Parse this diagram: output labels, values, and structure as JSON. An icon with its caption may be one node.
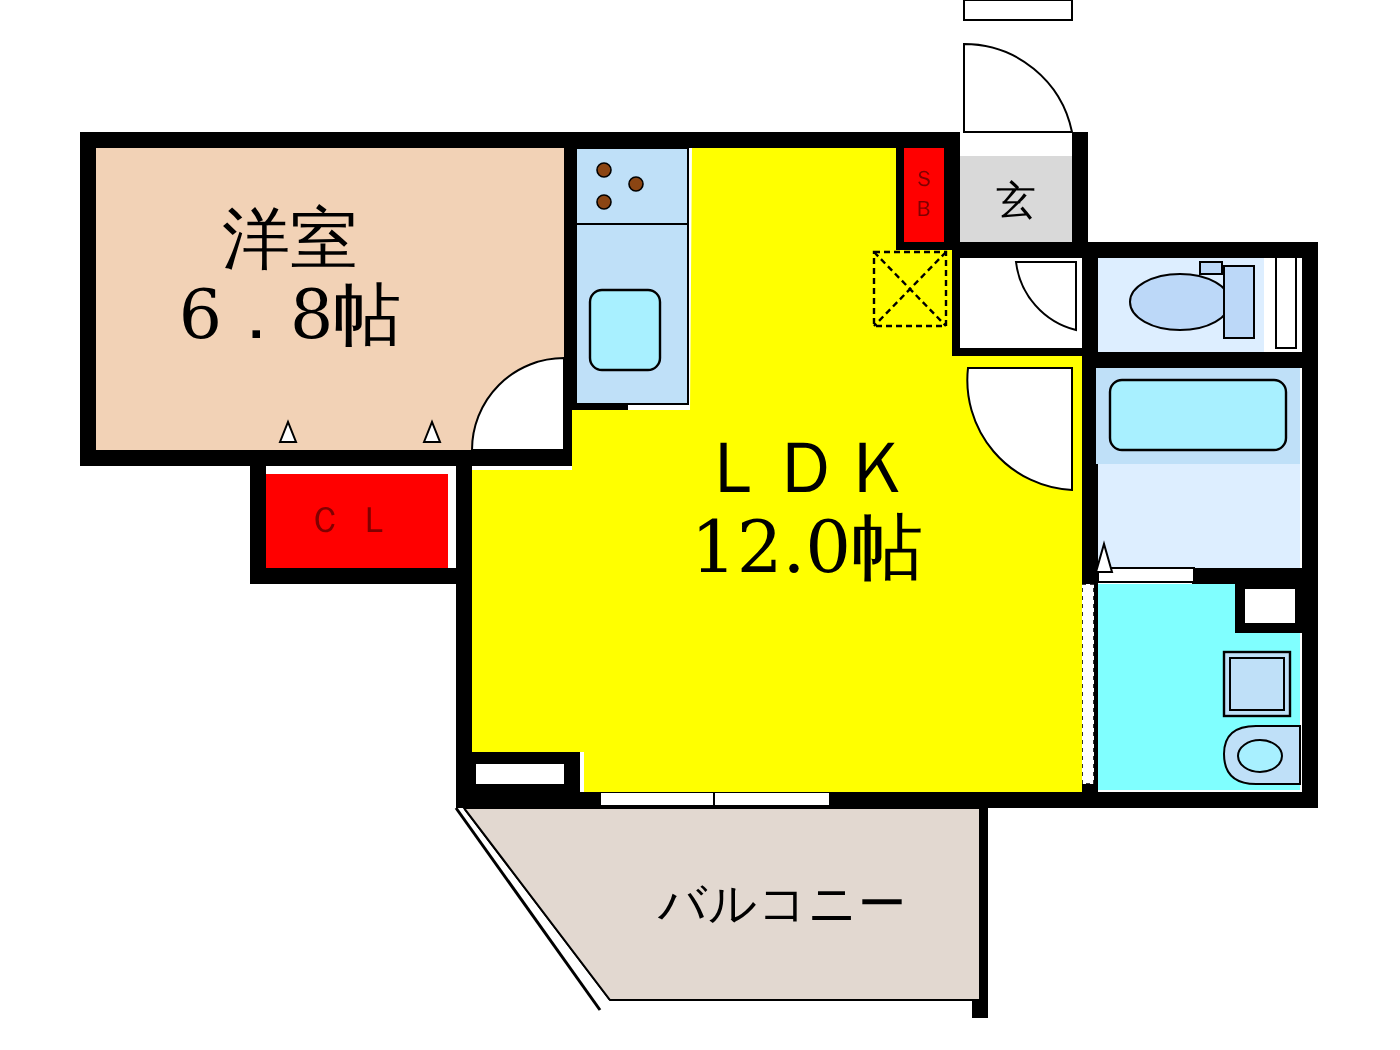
{
  "diagram": {
    "nodes": [
      {
        "text": [
          "洋室",
          "6．8帖"
        ]
      },
      {
        "text": [
          "ＣＬ"
        ]
      },
      {
        "text": [
          "ＬＤＫ",
          "12.0帖"
        ]
      },
      {
        "text": [
          "ＳＢ"
        ]
      },
      {
        "text": [
          "玄"
        ]
      },
      {
        "text": [
          "バルコニー"
        ]
      }
    ]
  }
}
